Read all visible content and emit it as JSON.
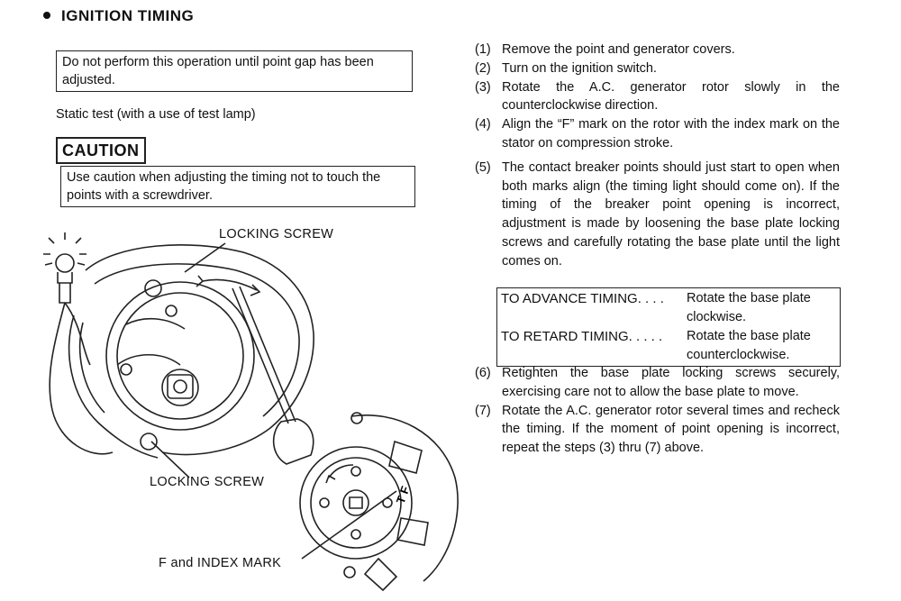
{
  "heading": "IGNITION TIMING",
  "warning_box": "Do not perform this operation until point gap has been adjusted.",
  "static_test": "Static test (with a use of test lamp)",
  "caution": {
    "title": "CAUTION",
    "text": "Use caution when adjusting the timing not to touch the points with a screwdriver."
  },
  "steps": [
    {
      "num": "(1)",
      "text": "Remove the point and generator covers."
    },
    {
      "num": "(2)",
      "text": "Turn on the ignition switch."
    },
    {
      "num": "(3)",
      "text": "Rotate the A.C. generator rotor slowly in the counterclockwise direction."
    },
    {
      "num": "(4)",
      "text": "Align the “F” mark on the rotor with the index mark on the stator on compression stroke."
    },
    {
      "num": "(5)",
      "text": "The contact breaker points should just start to open when both marks align (the timing light should come on). If the timing of the breaker point opening is incorrect, adjustment is made by loosening the base plate locking screws and carefully rotating the base plate until the light comes on."
    }
  ],
  "timing_table": [
    {
      "key": "TO ADVANCE TIMING. . . .",
      "value": "Rotate the base plate clockwise."
    },
    {
      "key": "TO RETARD TIMING. . . . .",
      "value": "Rotate the base plate counterclockwise."
    }
  ],
  "steps2": [
    {
      "num": "(6)",
      "text": "Retighten the base plate locking screws securely, exercising care not to allow the base plate to move."
    },
    {
      "num": "(7)",
      "text": "Rotate the A.C. generator rotor several times and recheck the timing. If the moment of point opening is incorrect, repeat the steps (3) thru (7) above."
    }
  ],
  "figure_labels": {
    "locking_screw_top": "LOCKING SCREW",
    "locking_screw_bottom": "LOCKING SCREW",
    "f_index_mark": "F and INDEX MARK",
    "rotor_mark": "T F"
  }
}
